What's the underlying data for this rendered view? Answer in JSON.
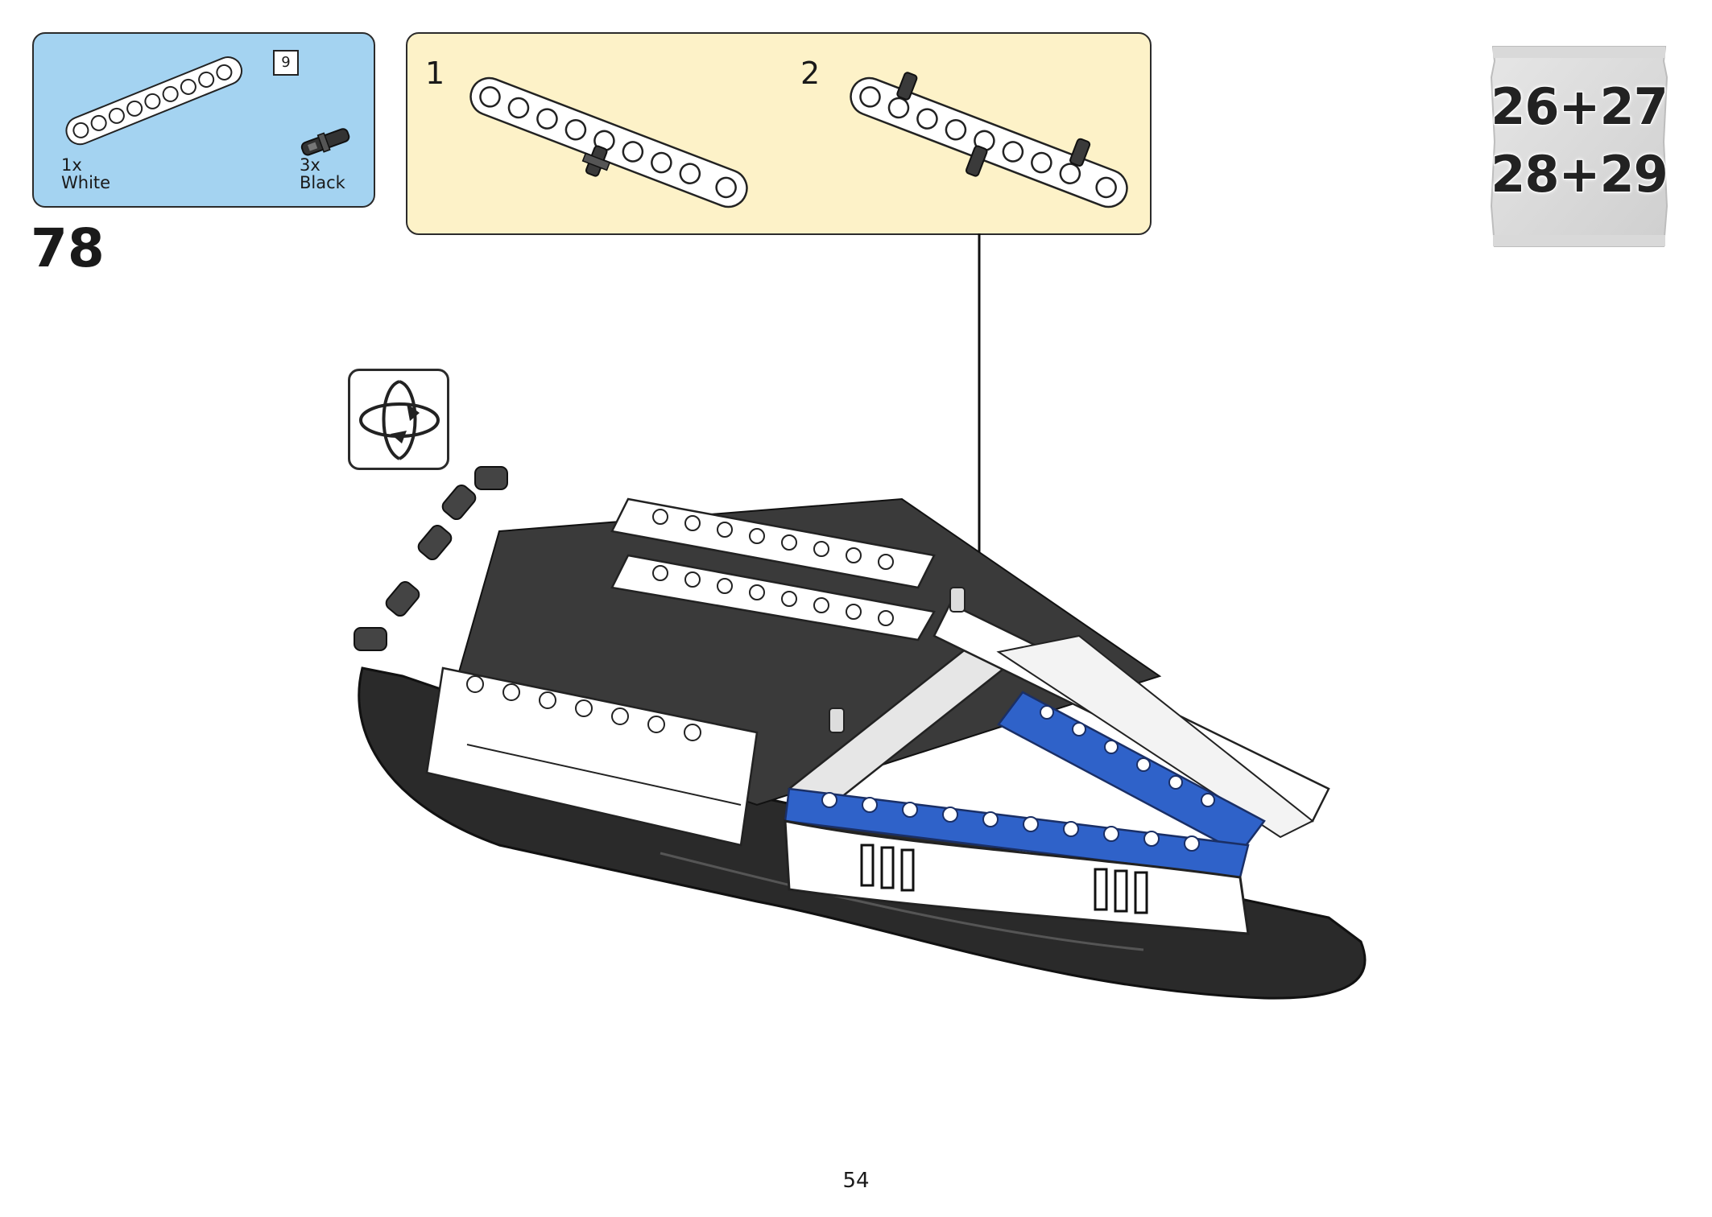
{
  "step": {
    "number": "78"
  },
  "parts": [
    {
      "quantity": "1x",
      "color": "White",
      "part": "beam",
      "length_tag": "9"
    },
    {
      "quantity": "3x",
      "color": "Black",
      "part": "connector-pin"
    }
  ],
  "substeps": [
    {
      "number": "1"
    },
    {
      "number": "2"
    }
  ],
  "bags": {
    "line1": "26+27",
    "line2": "28+29"
  },
  "icons": {
    "rotate": "rotate-model-icon",
    "arrow": "placement-arrow-icon"
  },
  "page": {
    "number": "54"
  },
  "colors": {
    "parts_box": "#a4d3f1",
    "substep_box": "#fdf2c8",
    "accent_blue": "#2f62c9",
    "hull_dark": "#2a2a2a"
  }
}
